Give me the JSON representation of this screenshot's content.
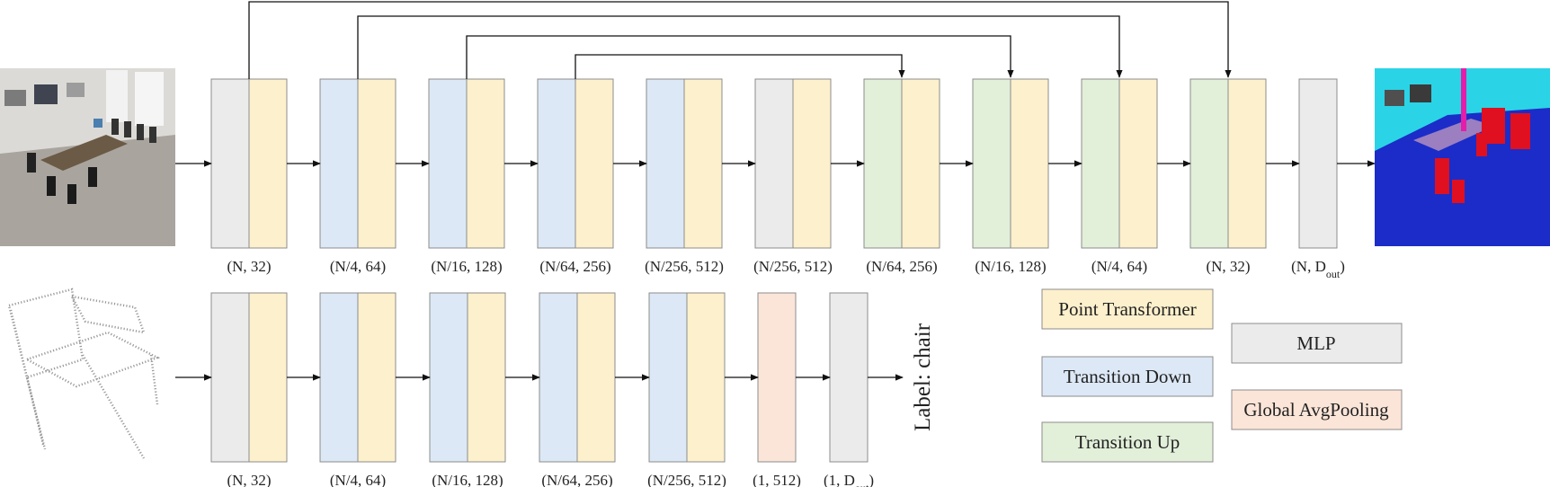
{
  "colors": {
    "mlp": "#ebebeb",
    "point_transformer": "#fdf0cc",
    "transition_down": "#dce8f5",
    "transition_up": "#e2efd9",
    "global_avgpooling": "#fbe5d8",
    "seg_wall": "#2ad4e6",
    "seg_floor": "#1c2cc8",
    "seg_chair": "#e01020",
    "seg_table": "#9b7fc0"
  },
  "segmentation": {
    "input_icon": "point-cloud-room-photo",
    "output_icon": "segmented-point-cloud-room",
    "stages": [
      {
        "blocks": [
          "mlp",
          "point_transformer"
        ],
        "label": "(N, 32)"
      },
      {
        "blocks": [
          "transition_down",
          "point_transformer"
        ],
        "label": "(N/4, 64)"
      },
      {
        "blocks": [
          "transition_down",
          "point_transformer"
        ],
        "label": "(N/16, 128)"
      },
      {
        "blocks": [
          "transition_down",
          "point_transformer"
        ],
        "label": "(N/64, 256)"
      },
      {
        "blocks": [
          "transition_down",
          "point_transformer"
        ],
        "label": "(N/256, 512)"
      },
      {
        "blocks": [
          "mlp",
          "point_transformer"
        ],
        "label": "(N/256, 512)"
      },
      {
        "blocks": [
          "transition_up",
          "point_transformer"
        ],
        "label": "(N/64, 256)"
      },
      {
        "blocks": [
          "transition_up",
          "point_transformer"
        ],
        "label": "(N/16, 128)"
      },
      {
        "blocks": [
          "transition_up",
          "point_transformer"
        ],
        "label": "(N/4, 64)"
      },
      {
        "blocks": [
          "transition_up",
          "point_transformer"
        ],
        "label": "(N, 32)"
      },
      {
        "blocks": [
          "mlp"
        ],
        "label_base": "(N, D",
        "label_sub": "out",
        "label_tail": ")"
      }
    ],
    "skip_connections": [
      {
        "from": 3,
        "to": 6
      },
      {
        "from": 2,
        "to": 7
      },
      {
        "from": 1,
        "to": 8
      },
      {
        "from": 0,
        "to": 9
      }
    ]
  },
  "classification": {
    "input_icon": "point-cloud-chair",
    "stages": [
      {
        "blocks": [
          "mlp",
          "point_transformer"
        ],
        "label": "(N, 32)"
      },
      {
        "blocks": [
          "transition_down",
          "point_transformer"
        ],
        "label": "(N/4, 64)"
      },
      {
        "blocks": [
          "transition_down",
          "point_transformer"
        ],
        "label": "(N/16, 128)"
      },
      {
        "blocks": [
          "transition_down",
          "point_transformer"
        ],
        "label": "(N/64, 256)"
      },
      {
        "blocks": [
          "transition_down",
          "point_transformer"
        ],
        "label": "(N/256, 512)"
      },
      {
        "blocks": [
          "global_avgpooling"
        ],
        "label": "(1, 512)"
      },
      {
        "blocks": [
          "mlp"
        ],
        "label_base": "(1, D",
        "label_sub": "out",
        "label_tail": ")"
      }
    ],
    "output_label": "Label: chair"
  },
  "legend": {
    "point_transformer": "Point Transformer",
    "transition_down": "Transition Down",
    "transition_up": "Transition Up",
    "mlp": "MLP",
    "global_avgpooling": "Global AvgPooling"
  }
}
